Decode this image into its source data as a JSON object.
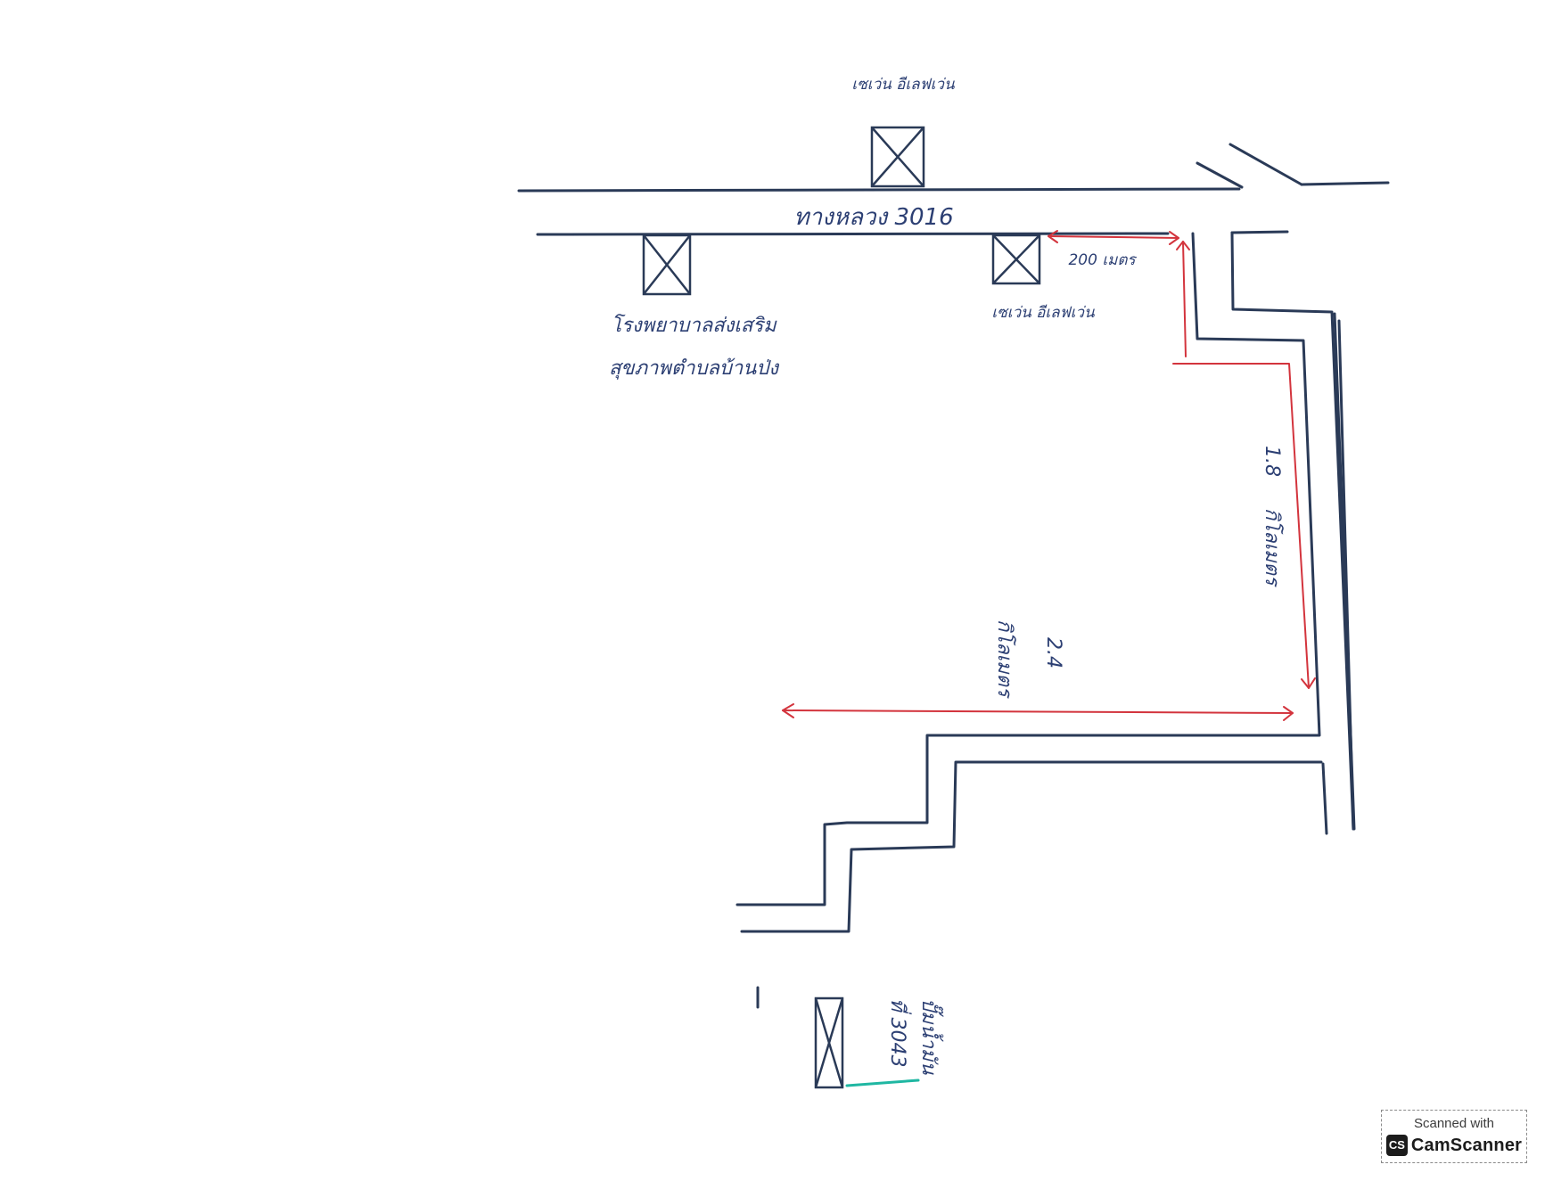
{
  "map": {
    "landmarks": {
      "top_box_label": "เซเว่น อีเลฟเว่น",
      "road_label": "ทางหลวง 3016",
      "hospital_label_line1": "โรงพยาบาลส่งเสริม",
      "hospital_label_line2": "สุขภาพตำบลบ้านป่ง",
      "right_box_label": "เซเว่น อีเลฟเว่น",
      "bottom_box_label_line1": "ปั๊มน้ำมัน",
      "bottom_box_label_line2": "ที่ 3043"
    },
    "measurements": {
      "short_distance": "200 เมตร",
      "vertical_distance_value": "1.8",
      "vertical_distance_unit": "กิโลเมตร",
      "horizontal_distance_value": "2.4",
      "horizontal_distance_unit": "กิโลเมตร"
    },
    "colors": {
      "road_ink": "#2a3a57",
      "label_ink": "#2c3f73",
      "measure_ink": "#d3343d",
      "accent_mark": "#1fb7a2"
    }
  },
  "badge": {
    "line1": "Scanned with",
    "logo_text": "CS",
    "brand": "CamScanner"
  }
}
